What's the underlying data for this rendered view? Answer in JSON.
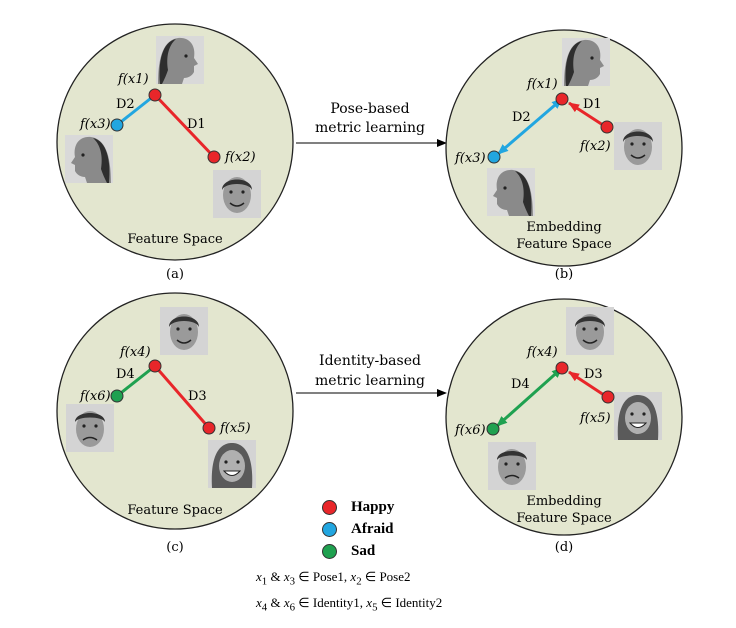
{
  "panels": [
    {
      "id": "a",
      "caption": "(a)",
      "space_label": "Feature Space",
      "space_label_2": ""
    },
    {
      "id": "b",
      "caption": "(b)",
      "space_label": "Embedding",
      "space_label_2": "Feature Space"
    },
    {
      "id": "c",
      "caption": "(c)",
      "space_label": "Feature Space",
      "space_label_2": ""
    },
    {
      "id": "d",
      "caption": "(d)",
      "space_label": "Embedding",
      "space_label_2": "Feature Space"
    }
  ],
  "arrows": [
    {
      "line1": "Pose-based",
      "line2": "metric learning"
    },
    {
      "line1": "Identity-based",
      "line2": "metric learning"
    }
  ],
  "points": {
    "x1": "f(x1)",
    "x2": "f(x2)",
    "x3": "f(x3)",
    "x4": "f(x4)",
    "x5": "f(x5)",
    "x6": "f(x6)"
  },
  "distances": {
    "d1": "D1",
    "d2": "D2",
    "d3": "D3",
    "d4": "D4"
  },
  "legend": [
    {
      "label": "Happy",
      "color": "#e8262a"
    },
    {
      "label": "Afraid",
      "color": "#22a6e0"
    },
    {
      "label": "Sad",
      "color": "#1fa150"
    }
  ],
  "colors": {
    "circle_fill": "#e3e6cf",
    "circle_stroke": "#222222",
    "happy": "#e8262a",
    "afraid": "#22a6e0",
    "sad": "#1fa150"
  },
  "formulas": [
    {
      "a": "x",
      "as": "1",
      "b": "x",
      "bs": "3",
      "c": "Pose1",
      "d": "x",
      "ds": "2",
      "e": "Pose2"
    },
    {
      "a": "x",
      "as": "4",
      "b": "x",
      "bs": "6",
      "c": "Identity1",
      "d": "x",
      "ds": "5",
      "e": "Identity2"
    }
  ]
}
